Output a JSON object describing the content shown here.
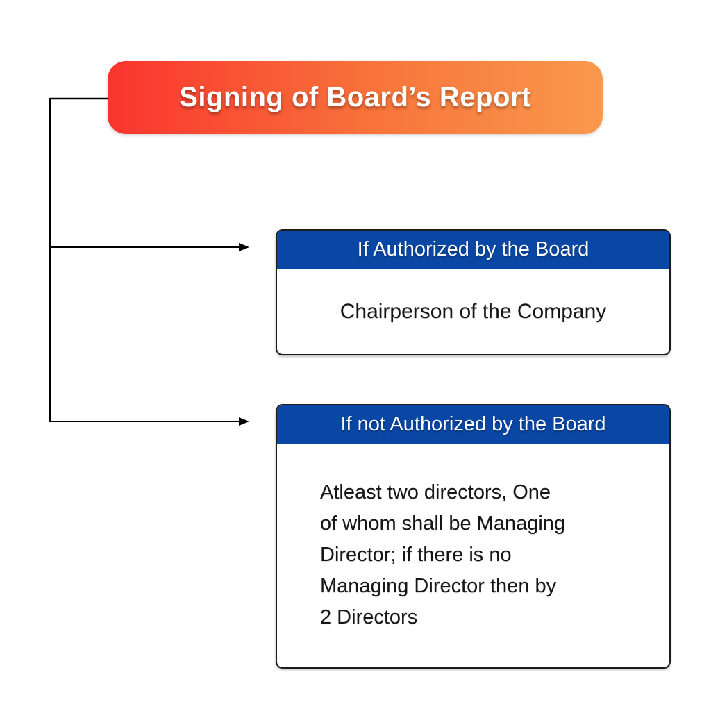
{
  "diagram": {
    "title": {
      "text": "Signing of Board’s Report",
      "bg_gradient_start": "#fa342e",
      "bg_gradient_end": "#f9994c",
      "text_color": "#ffffff"
    },
    "branches": [
      {
        "header": "If Authorized by the Board",
        "header_bg": "#0a47a4",
        "header_text_color": "#ffffff",
        "body": "Chairperson of the Company"
      },
      {
        "header": "If not Authorized by the Board",
        "header_bg": "#0a47a4",
        "header_text_color": "#ffffff",
        "body": "Atleast two directors, One of whom shall be Managing Director; if there is no Managing Director then by 2 Directors",
        "body_lines": [
          "Atleast two directors, One",
          "of whom shall be Managing",
          "Director; if there is no",
          "Managing Director then by",
          "2 Directors"
        ]
      }
    ],
    "connector_color": "#000000"
  }
}
